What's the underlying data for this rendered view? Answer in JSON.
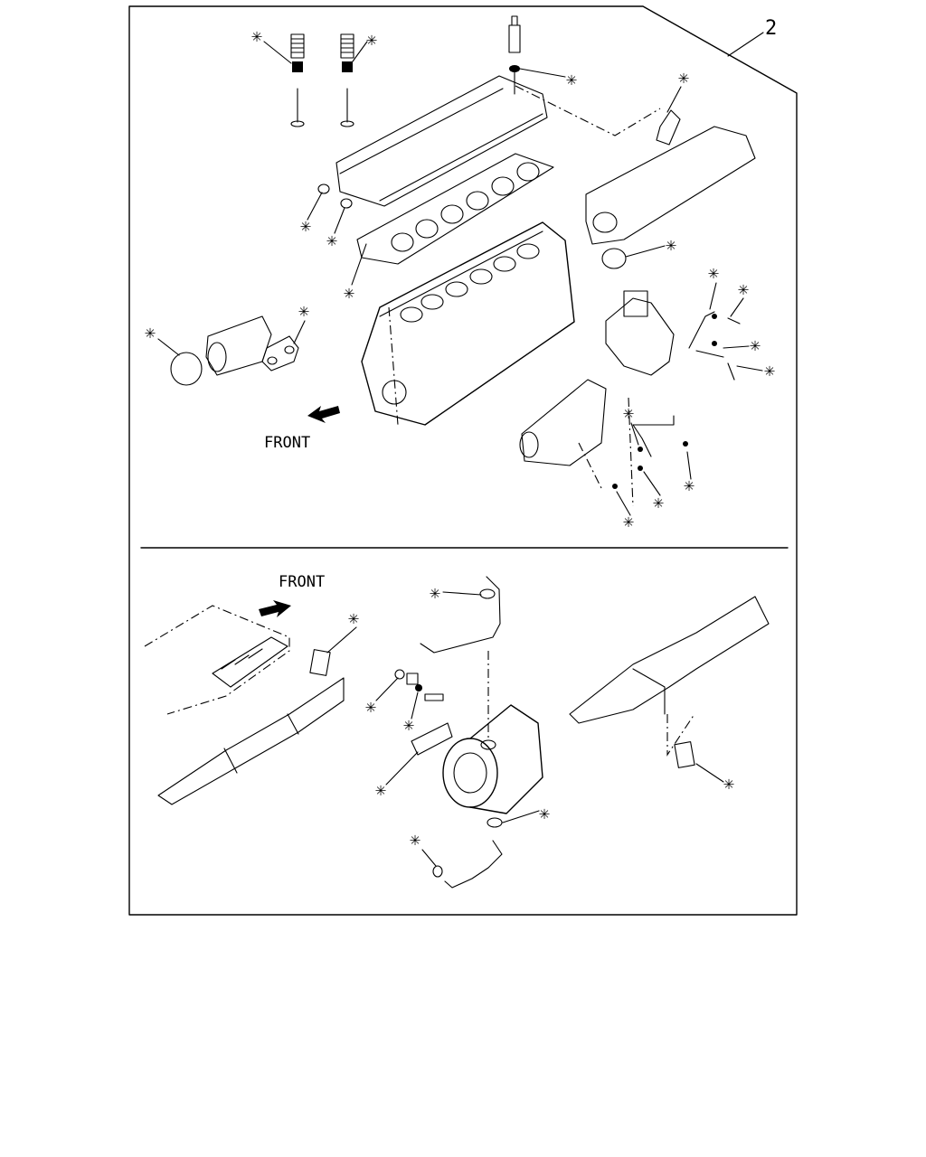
{
  "diagram": {
    "callout_number": "2",
    "front_label_top": "FRONT",
    "front_label_bottom": "FRONT",
    "asterisk_symbol": "✳",
    "line_color": "#000000",
    "background_color": "#ffffff",
    "arrow_direction_top": "left",
    "arrow_direction_bottom": "right"
  }
}
